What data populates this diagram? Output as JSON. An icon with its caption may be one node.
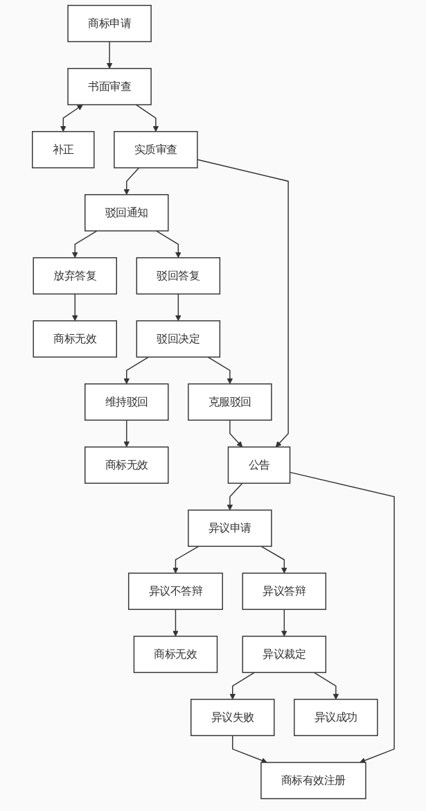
{
  "diagram": {
    "nodes": [
      {
        "text": [
          "商标申请"
        ]
      },
      {
        "text": [
          "书面审查"
        ]
      },
      {
        "text": [
          "补正"
        ]
      },
      {
        "text": [
          "实质审查"
        ]
      },
      {
        "text": [
          "驳回通知"
        ]
      },
      {
        "text": [
          "驳回答复"
        ]
      },
      {
        "text": [
          "放弃答复"
        ]
      },
      {
        "text": [
          "商标无效"
        ]
      },
      {
        "text": [
          "驳回决定"
        ]
      },
      {
        "text": [
          "克服驳回"
        ]
      },
      {
        "text": [
          "维持驳回"
        ]
      },
      {
        "text": [
          "商标无效"
        ]
      },
      {
        "text": [
          "公告"
        ]
      },
      {
        "text": [
          "异议申请"
        ]
      },
      {
        "text": [
          "异议答辩"
        ]
      },
      {
        "text": [
          "异议不答辩"
        ]
      },
      {
        "text": [
          "商标无效"
        ]
      },
      {
        "text": [
          "异议裁定"
        ]
      },
      {
        "text": [
          "异议失败"
        ]
      },
      {
        "text": [
          "异议成功"
        ]
      },
      {
        "text": [
          "商标有效注册"
        ]
      }
    ],
    "edges": [
      {
        "from": 0,
        "to": 1,
        "arrow": "to"
      },
      {
        "from": 1,
        "to": 2,
        "arrow": "both"
      },
      {
        "from": 1,
        "to": 3,
        "arrow": "to"
      },
      {
        "from": 3,
        "to": 4,
        "arrow": "to"
      },
      {
        "from": 4,
        "to": 5,
        "arrow": "to"
      },
      {
        "from": 4,
        "to": 6,
        "arrow": "to"
      },
      {
        "from": 6,
        "to": 7,
        "arrow": "to"
      },
      {
        "from": 5,
        "to": 8,
        "arrow": "to"
      },
      {
        "from": 8,
        "to": 9,
        "arrow": "to"
      },
      {
        "from": 8,
        "to": 10,
        "arrow": "to"
      },
      {
        "from": 10,
        "to": 11,
        "arrow": "to"
      },
      {
        "from": 3,
        "to": 12,
        "arrow": "to"
      },
      {
        "from": 9,
        "to": 12,
        "arrow": "to"
      },
      {
        "from": 12,
        "to": 13,
        "arrow": "to"
      },
      {
        "from": 13,
        "to": 14,
        "arrow": "to"
      },
      {
        "from": 13,
        "to": 15,
        "arrow": "to"
      },
      {
        "from": 15,
        "to": 16,
        "arrow": "to"
      },
      {
        "from": 14,
        "to": 17,
        "arrow": "to"
      },
      {
        "from": 17,
        "to": 18,
        "arrow": "to"
      },
      {
        "from": 17,
        "to": 19,
        "arrow": "to"
      },
      {
        "from": 12,
        "to": 20,
        "arrow": "to"
      },
      {
        "from": 18,
        "to": 20,
        "arrow": "to"
      }
    ]
  }
}
